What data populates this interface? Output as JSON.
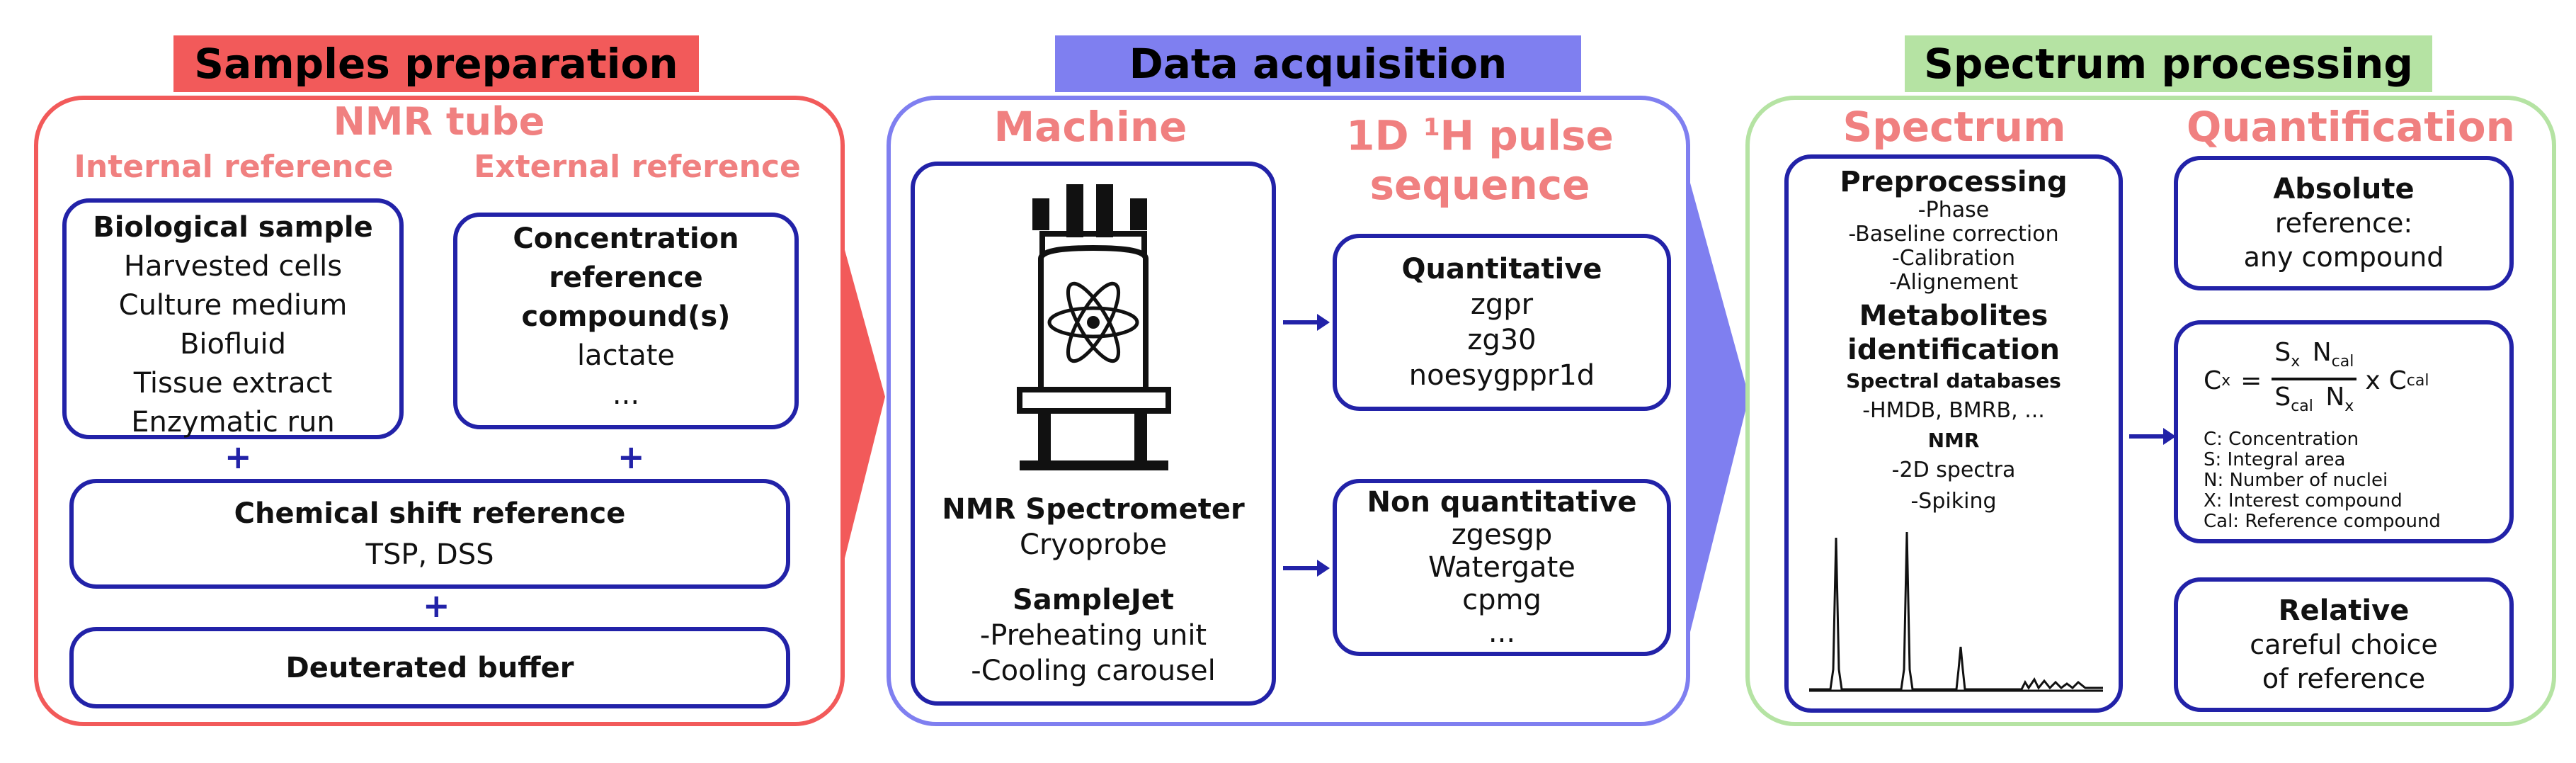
{
  "colors": {
    "red": "#f25a5a",
    "purple": "#7f7ff0",
    "green": "#b5e3a3",
    "navy": "#2222a8",
    "salmon": "#f08080"
  },
  "samples": {
    "title": "Samples preparation",
    "subtitle": "NMR tube",
    "internal_label": "Internal reference",
    "external_label": "External reference",
    "bio_title": "Biological sample",
    "bio_items": [
      "Harvested cells",
      "Culture medium",
      "Biofluid",
      "Tissue extract",
      "Enzymatic run"
    ],
    "conc_title": [
      "Concentration",
      "reference",
      "compound(s)"
    ],
    "conc_items": [
      "lactate",
      "..."
    ],
    "plus": "+",
    "shift_title": "Chemical shift reference",
    "shift_value": "TSP, DSS",
    "buffer": "Deuterated buffer"
  },
  "acquisition": {
    "title": "Data acquisition",
    "machine_label": "Machine",
    "pulse_label_1": "1D ",
    "pulse_label_sup": "1",
    "pulse_label_2": "H pulse",
    "pulse_label_3": "sequence",
    "spectrometer_title": "NMR Spectrometer",
    "spectrometer_sub": "Cryoprobe",
    "samplejet_title": "SampleJet",
    "samplejet_items": [
      "-Preheating unit",
      "-Cooling carousel"
    ],
    "quant_title": "Quantitative",
    "quant_items": [
      "zgpr",
      "zg30",
      "noesygppr1d"
    ],
    "nonquant_title": "Non quantitative",
    "nonquant_items": [
      "zgesgp",
      "Watergate",
      "cpmg",
      "..."
    ]
  },
  "processing": {
    "title": "Spectrum processing",
    "spectrum_label": "Spectrum",
    "quant_label": "Quantification",
    "preproc_title": "Preprocessing",
    "preproc_items": [
      "-Phase",
      "-Baseline correction",
      "-Calibration",
      "-Alignement"
    ],
    "metab_title": [
      "Metabolites",
      "identification"
    ],
    "spectral_db_title": "Spectral databases",
    "spectral_db_items": "-HMDB, BMRB, ...",
    "nmr_title": "NMR",
    "nmr_items": [
      "-2D spectra",
      "-Spiking"
    ],
    "absolute_title": "Absolute",
    "absolute_items": [
      "reference:",
      "any compound"
    ],
    "legend": [
      "C: Concentration",
      "S: Integral area",
      "N: Number of nuclei",
      "X: Interest compound",
      "Cal: Reference compound"
    ],
    "relative_title": "Relative",
    "relative_items": [
      "careful choice",
      "of reference"
    ],
    "formula": {
      "lhs": "C",
      "lhs_sub": "x",
      "eq": "=",
      "num_s": "S",
      "num_s_sub": "x",
      "num_n": "N",
      "num_n_sub": "cal",
      "den_s": "S",
      "den_s_sub": "cal",
      "den_n": "N",
      "den_n_sub": "x",
      "times": "x",
      "c": "C",
      "c_sub": "cal"
    }
  }
}
